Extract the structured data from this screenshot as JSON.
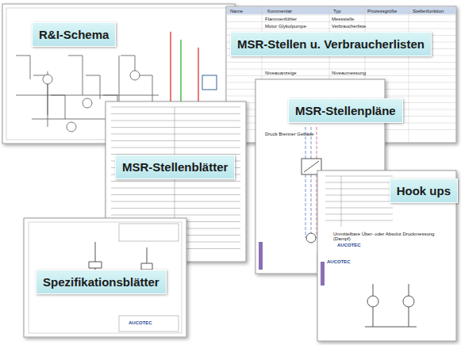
{
  "diagram": {
    "nodes": [
      {
        "text": [
          "R&I-Schema"
        ]
      },
      {
        "text": [
          "MSR-Stellen u. Verbraucherlisten"
        ]
      },
      {
        "text": [
          "MSR-Stellenpläne"
        ]
      },
      {
        "text": [
          "MSR-Stellenblätter"
        ]
      },
      {
        "text": [
          "Spezifikationsblätter"
        ]
      },
      {
        "text": [
          "Hook ups"
        ]
      }
    ],
    "labels": [
      "Name",
      "Kommentar",
      "Typ",
      "Prozessgröße",
      "Stellenfunktion",
      "Flammenfühler",
      "Messstelle",
      "Motor Glykolpumpe",
      "Verbraucherliste",
      "Niveauanzeige",
      "Niveaumessung",
      "Druck Brenner Gebäse",
      "AUCOTEC",
      "AUCOTEC",
      "AUCOTEC",
      "Unmittelbare Über- oder Absolut Druckmessung (Dampf)"
    ]
  }
}
